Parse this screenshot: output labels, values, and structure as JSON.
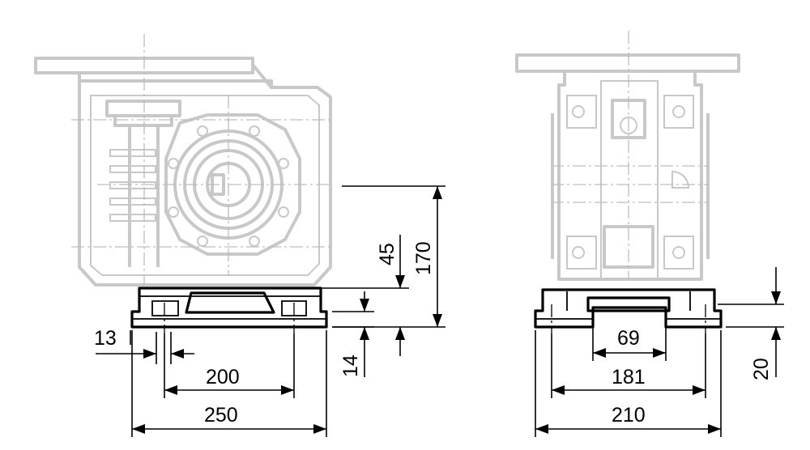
{
  "dimensions": {
    "front_view": {
      "slot_width": "13",
      "base_height": "14",
      "shaft_to_mount": "45",
      "shaft_height": "170",
      "hole_spacing": "200",
      "overall_length": "250"
    },
    "side_view": {
      "recess_width": "69",
      "hole_spacing": "181",
      "overall_width": "210",
      "base_height": "20"
    }
  },
  "colors": {
    "drawing_line": "#000000",
    "ghost_line": "#c8c8c8",
    "background": "#ffffff"
  }
}
